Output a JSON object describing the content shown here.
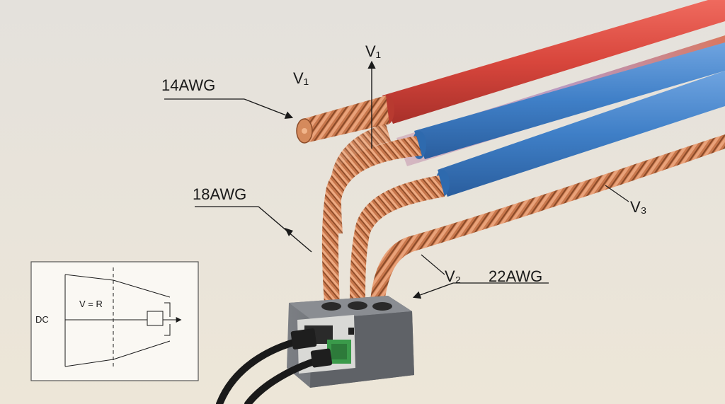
{
  "labels": {
    "awg14": "14AWG",
    "v1_left": "V₁",
    "v1_top": "V₁",
    "awg18": "18AWG",
    "v3": "V₃",
    "v2": "V₂",
    "awg22": "22AWG"
  },
  "inset": {
    "dc": "DC",
    "formula": "V = R"
  },
  "colors": {
    "background": "#ece6da",
    "red_insulation": "#d8463c",
    "blue_insulation": "#3f7fc7",
    "copper": "#c8774c",
    "copper_dark": "#8a4a28",
    "block": "#6b6e72",
    "connector": "#2a2a2a",
    "green_terminal": "#3a9a4a"
  }
}
